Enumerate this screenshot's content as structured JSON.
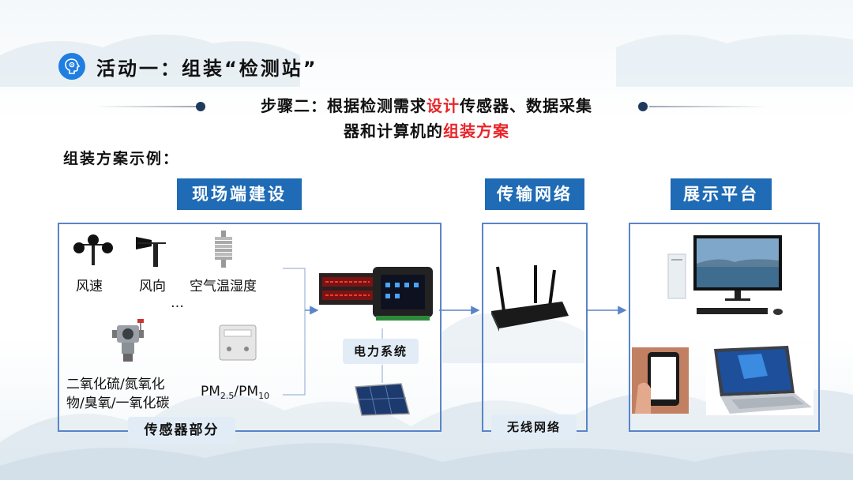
{
  "title": "活动一：组装“检测站”",
  "step": {
    "line1_prefix": "步骤二：根据检测需求",
    "line1_red": "设计",
    "line1_suffix": "传感器、数据采集",
    "line2_prefix": "器和计算机的",
    "line2_red": "组装方案"
  },
  "example_label": "组装方案示例：",
  "sections": {
    "site": "现场端建设",
    "network": "传输网络",
    "display": "展示平台"
  },
  "sensors": {
    "wind_speed": "风速",
    "wind_direction": "风向",
    "air_temp_humidity": "空气温湿度",
    "ellipsis": "…",
    "gas_line1": "二氧化硫/氮氧化",
    "gas_line2": "物/臭氧/一氧化碳",
    "pm_a": "PM",
    "pm_a_sub": "2.5",
    "pm_sep": "/PM",
    "pm_b_sub": "10"
  },
  "labels": {
    "sensor_part": "传感器部分",
    "power_system": "电力系统",
    "wireless": "无线网络"
  },
  "colors": {
    "accent": "#1f6bb5",
    "red": "#e8252a",
    "box_border": "#5a84c8",
    "pill_bg": "#e2ecf6"
  }
}
